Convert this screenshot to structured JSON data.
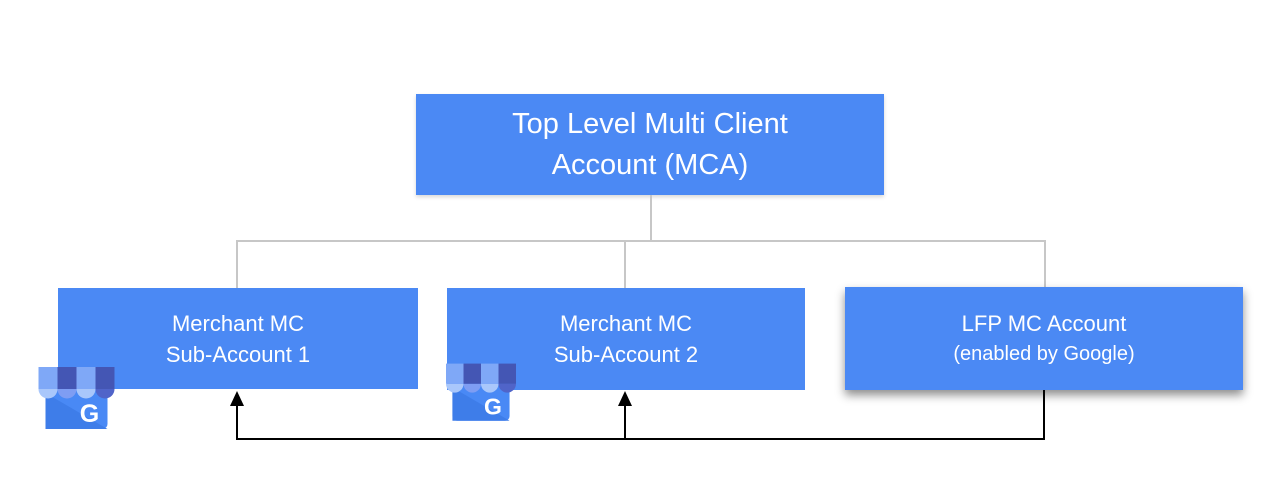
{
  "colors": {
    "box_blue": "#4b89f4",
    "connector_gray": "#c7c7c7",
    "arrow_black": "#000000",
    "text_white": "#ffffff",
    "gmb_body": "#4989f5",
    "gmb_fold": "#3e7de9",
    "gmb_stripe_dark": "#4456b4",
    "gmb_stripe_light": "#7fa8f7",
    "gmb_scallop_pale": "#a9c7fb",
    "gmb_scallop_medium": "#7e9df3",
    "gmb_scallop_dark": "#5064c9"
  },
  "diagram": {
    "root": {
      "line1": "Top Level Multi Client",
      "line2": "Account (MCA)"
    },
    "children": [
      {
        "line1": "Merchant MC",
        "line2": "Sub-Account 1"
      },
      {
        "line1": "Merchant MC",
        "line2": "Sub-Account 2"
      },
      {
        "line1": "LFP MC Account",
        "line2": "(enabled by Google)"
      }
    ],
    "gmb_icon_letter": "G"
  }
}
